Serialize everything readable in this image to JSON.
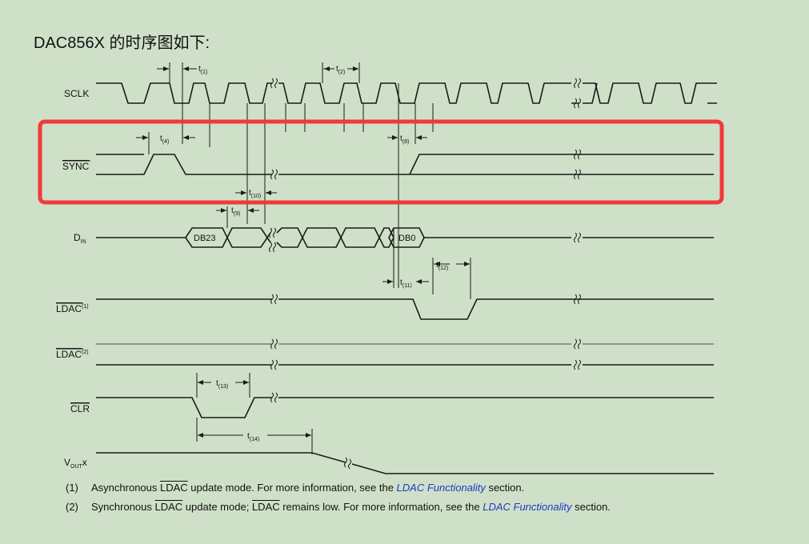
{
  "title": "DAC856X 的时序图如下:",
  "signals": {
    "sclk": "SCLK",
    "sync": "SYNC",
    "din_main": "D",
    "din_sub": "IN",
    "ldac1_main": "LDAC",
    "ldac1_sup": "(1)",
    "ldac2_main": "LDAC",
    "ldac2_sup": "(2)",
    "clr": "CLR",
    "vout_main": "V",
    "vout_sub": "OUT",
    "vout_suffix": "x"
  },
  "bus": {
    "first": "DB23",
    "last": "DB0"
  },
  "timings": {
    "t1": "(1)",
    "t2": "(2)",
    "t4": "(4)",
    "t8": "(8)",
    "t9": "(9)",
    "t10": "(10)",
    "t11": "(11)",
    "t12": "(12)",
    "t13": "(13)",
    "t14": "(14)",
    "t_letter": "t"
  },
  "notes": [
    {
      "num": "(1)",
      "pre": "Asynchronous ",
      "ovl": "LDAC",
      "mid": " update mode. For more information, see the ",
      "link": "LDAC Functionality",
      "post": " section."
    },
    {
      "num": "(2)",
      "pre": "Synchronous ",
      "ovl": "LDAC",
      "mid1": " update mode; ",
      "ovl2": "LDAC",
      "mid": " remains low. For more information, see the ",
      "link": "LDAC Functionality",
      "post": " section."
    }
  ],
  "highlight_color": "#f03a3a"
}
